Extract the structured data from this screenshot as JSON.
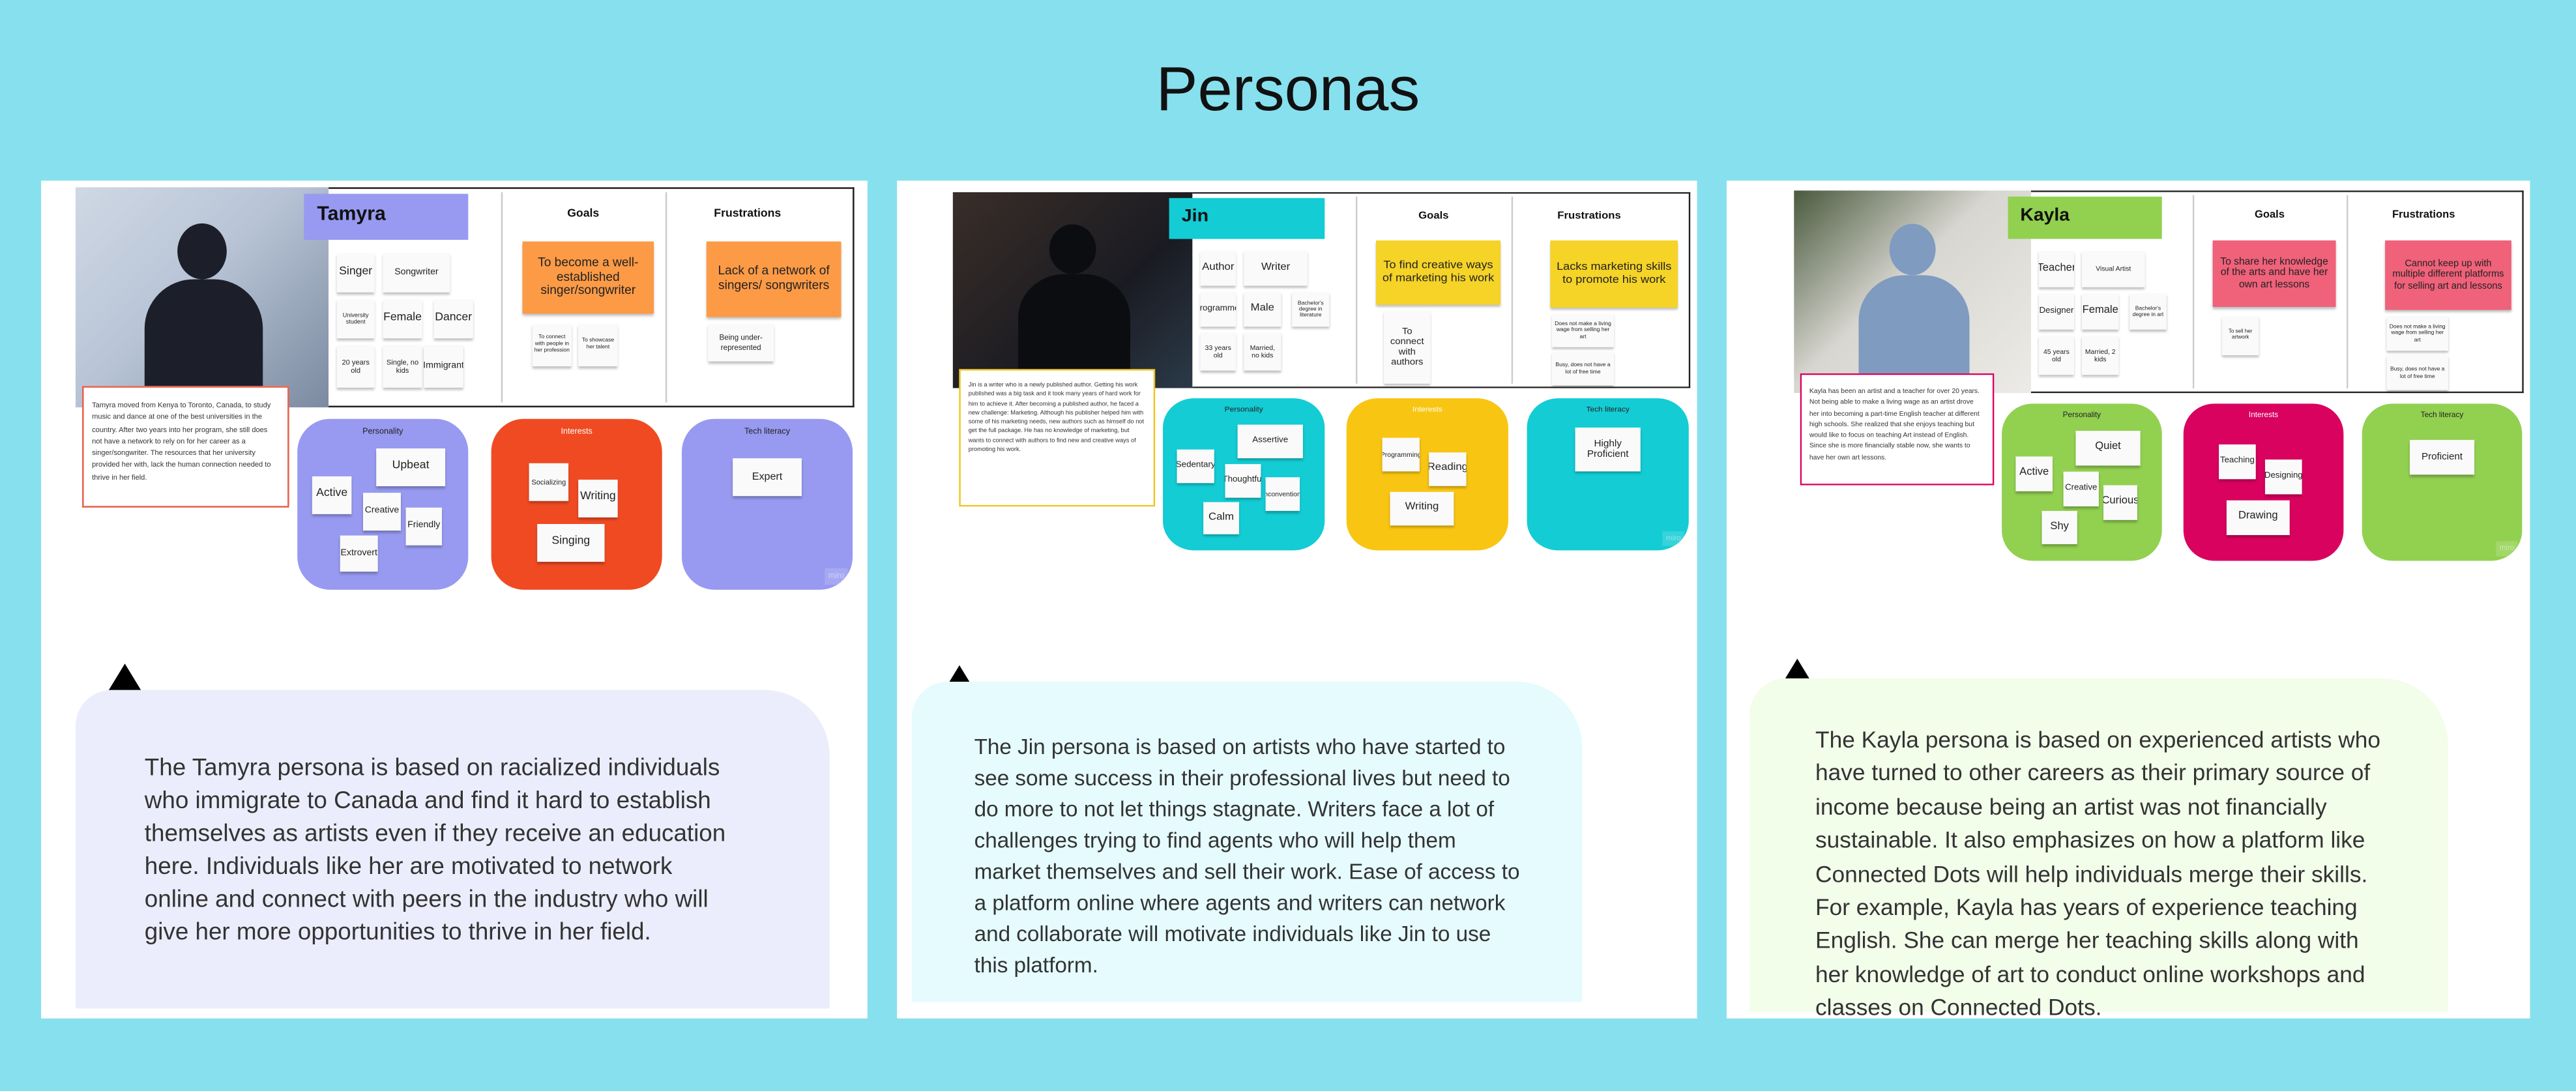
{
  "page_title": "Personas",
  "labels": {
    "goals": "Goals",
    "frustrations": "Frustrations",
    "personality": "Personality",
    "interests": "Interests",
    "tech_literacy": "Tech literacy",
    "watermark": "miro"
  },
  "personas": [
    {
      "name": "Tamyra",
      "colors": {
        "accent": "#979af0",
        "interests": "#f04a23",
        "sticky": "#fc9a46",
        "bio_border": "#e8604c",
        "bubble": "#ecedfc"
      },
      "demographics": [
        "Singer",
        "Songwriter",
        "University student",
        "Female",
        "Dancer",
        "20 years old",
        "Single, no kids",
        "Immigrant"
      ],
      "goal_main": "To become a well-established singer/songwriter",
      "goals_other": [
        "To connect with people in her profession",
        "To showcase her talent"
      ],
      "frustration_main": "Lack of a network of singers/ songwriters",
      "frustrations_other": [
        "Being under-represented"
      ],
      "bio": "Tamyra moved from Kenya to Toronto, Canada, to study music and dance at one of the best universities in the country. After two years into her program, she still does not have a network to rely on for her career as a singer/songwriter. The resources that her university provided her with, lack the human connection needed to thrive in her field.",
      "personality": [
        "Upbeat",
        "Active",
        "Creative",
        "Friendly",
        "Extrovert"
      ],
      "interests": [
        "Socializing",
        "Writing",
        "Singing"
      ],
      "tech_literacy": "Expert",
      "summary_lines": [
        "The Tamyra persona is based on racialized individuals",
        "who immigrate to Canada and find it hard to establish",
        "themselves as artists even if they receive an education",
        "here. Individuals like her are motivated to network",
        "online and connect with peers in the industry who will",
        "give her more opportunities to thrive in her field."
      ]
    },
    {
      "name": "Jin",
      "colors": {
        "accent": "#13ccd4",
        "interests": "#f8c513",
        "sticky": "#f5d327",
        "bio_border": "#f0c419",
        "bubble": "#e5fbfd"
      },
      "demographics": [
        "Author",
        "Writer",
        "Programmer",
        "Male",
        "Bachelor's degree in literature",
        "33 years old",
        "Married, no kids"
      ],
      "goal_main": "To find creative ways of marketing his work",
      "goals_other": [
        "To connect with authors"
      ],
      "frustration_main": "Lacks marketing skills to promote his work",
      "frustrations_other": [
        "Does not make a living wage from selling her art",
        "Busy, does not have a lot of free time"
      ],
      "bio": "Jin is a writer who is a newly published author. Getting his work published was a big task and it took many years of hard work for him to achieve it. After becoming a published author, he faced a new challenge: Marketing. Although his publisher helped him with some of his marketing needs, new authors such as himself do not get the full package. He has no knowledge of marketing, but wants to connect with authors to find new and creative ways of promoting his work.",
      "personality": [
        "Assertive",
        "Sedentary",
        "Thoughtful",
        "Unconventional",
        "Calm"
      ],
      "interests": [
        "Programming",
        "Reading",
        "Writing"
      ],
      "tech_literacy": "Highly Proficient",
      "summary_lines": [
        "The Jin persona is based on artists who have started to",
        "see some success in their professional lives but need to",
        "do more to not let things stagnate. Writers face a lot of",
        "challenges trying to find agents who will help them",
        "market themselves and sell their work. Ease of access to",
        "a platform online where agents and writers can network",
        "and collaborate will motivate individuals like Jin to use",
        "this platform."
      ]
    },
    {
      "name": "Kayla",
      "colors": {
        "accent": "#92d050",
        "interests": "#d9025f",
        "sticky": "#f0617a",
        "bio_border": "#d9025f",
        "bubble": "#f2fdea"
      },
      "demographics": [
        "Teacher",
        "Visual Artist",
        "Designer",
        "Female",
        "Bachelor's degree in art",
        "45 years old",
        "Married, 2 kids"
      ],
      "goal_main": "To share her knowledge of the arts and have her own art lessons",
      "goals_other": [
        "To sell her artwork"
      ],
      "frustration_main": "Cannot keep up with multiple different platforms for selling art and lessons",
      "frustrations_other": [
        "Does not make a living wage from selling her art",
        "Busy, does not have a lot of free time"
      ],
      "bio": "Kayla has been an artist and a teacher for over 20 years. Not being able to make a living wage as an artist drove her into becoming a part-time English teacher at different high schools. She realized that she enjoys teaching but would like to focus on teaching Art instead of English. Since she is more financially stable now, she wants to have her own art lessons.",
      "personality": [
        "Quiet",
        "Active",
        "Creative",
        "Curious",
        "Shy"
      ],
      "interests": [
        "Teaching",
        "Designing",
        "Drawing"
      ],
      "tech_literacy": "Proficient",
      "summary_lines": [
        "The Kayla persona is based on experienced artists who",
        "have turned to other careers as their primary source of",
        "income because being an artist was not financially",
        "sustainable. It also emphasizes on how a platform like",
        "Connected Dots will help individuals merge their skills.",
        "For example, Kayla has years of experience teaching",
        "English. She can merge her teaching skills along with",
        "her knowledge of art to conduct online workshops and",
        "classes on Connected Dots."
      ]
    }
  ]
}
